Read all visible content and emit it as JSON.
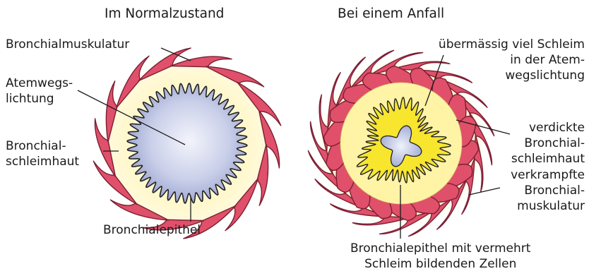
{
  "headings": {
    "normal": "Im Normalzustand",
    "attack": "Bei einem Anfall"
  },
  "labels_normal": {
    "muscle": "Bronchialmuskulatur",
    "lumen": "Atemwegs-\nlichtung",
    "mucosa": "Bronchial-\nschleimhaut",
    "epithelium": "Bronchialepithel"
  },
  "labels_attack": {
    "mucus": "übermässig viel Schleim\nin der Atem-\nwegslichtung",
    "mucosa": "verdickte\nBronchial-\nschleimhaut",
    "muscle": "verkrampfte\nBronchial-\nmuskulatur",
    "epithelium": "Bronchialepithel mit vermehrt\nSchleim bildenden Zellen"
  },
  "colors": {
    "muscle_fill": "#e0506a",
    "muscle_stroke": "#7a1f33",
    "mucosa_glow": "#fff7c8",
    "mucosa_thick": "#fbe84a",
    "lumen_center": "#eef0fa",
    "lumen_edge": "#9aa4d2",
    "mucus": "#f7e52e",
    "outline": "#222222"
  }
}
